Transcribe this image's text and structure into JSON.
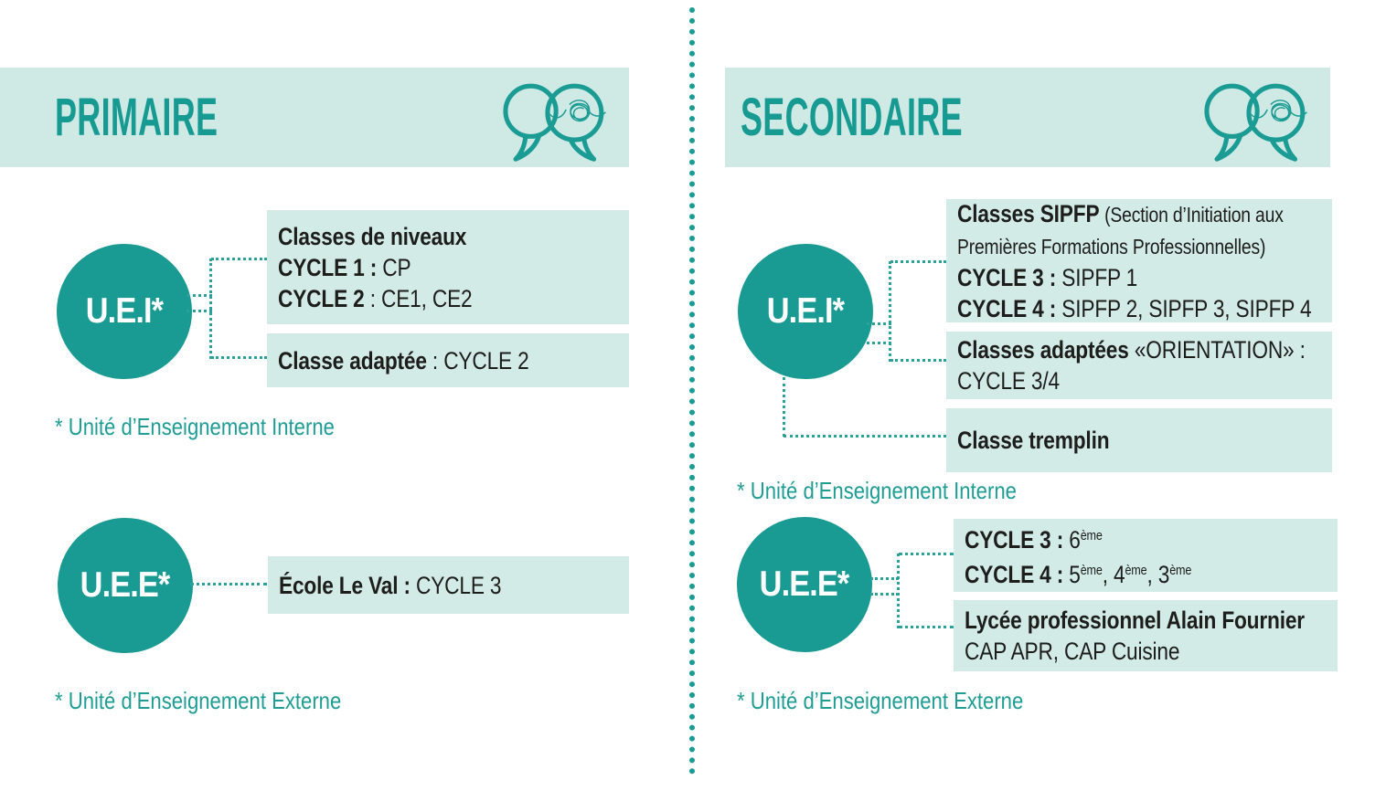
{
  "colors": {
    "accent": "#199a93",
    "light_bg": "#d3ebe7",
    "text_dark": "#1d1d1b",
    "footnote_teal": "#1f9d95"
  },
  "icons": {
    "header_icon": "speech-bubbles-with-scribble"
  },
  "primaire": {
    "title": "PRIMAIRE",
    "uei": {
      "label": "U.E.I*",
      "box_niveaux": {
        "lines": [
          [
            {
              "t": "Classes de niveaux",
              "b": 1
            }
          ],
          [
            {
              "t": "CYCLE 1 : ",
              "b": 1
            },
            {
              "t": "CP"
            }
          ],
          [
            {
              "t": "CYCLE 2",
              "b": 1
            },
            {
              "t": " : CE1, CE2"
            }
          ]
        ]
      },
      "box_adaptee": {
        "lines": [
          [
            {
              "t": "Classe adaptée",
              "b": 1
            },
            {
              "t": " : CYCLE 2"
            }
          ]
        ]
      },
      "footnote": "* Unité d’Enseignement Interne"
    },
    "uee": {
      "label": "U.E.E*",
      "box_ecole": {
        "lines": [
          [
            {
              "t": "École Le Val : ",
              "b": 1
            },
            {
              "t": "CYCLE 3"
            }
          ]
        ]
      },
      "footnote": "* Unité d’Enseignement Externe"
    }
  },
  "secondaire": {
    "title": "SECONDAIRE",
    "uei": {
      "label": "U.E.I*",
      "box_sipfp": {
        "lines": [
          [
            {
              "t": "Classes SIPFP ",
              "b": 1
            },
            {
              "t": "(Section d’Initiation aux",
              "s": 1
            }
          ],
          [
            {
              "t": "Premières Formations Professionnelles)",
              "s": 1
            }
          ],
          [
            {
              "t": "CYCLE 3 : ",
              "b": 1
            },
            {
              "t": "SIPFP 1"
            }
          ],
          [
            {
              "t": "CYCLE 4 : ",
              "b": 1
            },
            {
              "t": "SIPFP 2, SIPFP 3, SIPFP 4"
            }
          ]
        ]
      },
      "box_adaptees": {
        "lines": [
          [
            {
              "t": "Classes adaptées",
              "b": 1
            },
            {
              "t": " «ORIENTATION» :"
            }
          ],
          [
            {
              "t": "CYCLE 3/4"
            }
          ]
        ]
      },
      "box_tremplin": {
        "lines": [
          [
            {
              "t": "Classe tremplin",
              "b": 1
            }
          ]
        ]
      },
      "footnote": "* Unité d’Enseignement Interne"
    },
    "uee": {
      "label": "U.E.E*",
      "box_cycles": {
        "lines": [
          [
            {
              "t": "CYCLE 3 : ",
              "b": 1
            },
            {
              "t": "6"
            },
            {
              "t": "ème",
              "sup": 1
            }
          ],
          [
            {
              "t": "CYCLE 4 : ",
              "b": 1
            },
            {
              "t": "5"
            },
            {
              "t": "ème",
              "sup": 1
            },
            {
              "t": ", 4"
            },
            {
              "t": "ème",
              "sup": 1
            },
            {
              "t": ", 3"
            },
            {
              "t": "ème",
              "sup": 1
            }
          ]
        ]
      },
      "box_lycee": {
        "lines": [
          [
            {
              "t": "Lycée professionnel Alain Fournier",
              "b": 1
            }
          ],
          [
            {
              "t": "CAP APR, CAP Cuisine"
            }
          ]
        ]
      },
      "footnote": "* Unité d’Enseignement Externe"
    }
  }
}
